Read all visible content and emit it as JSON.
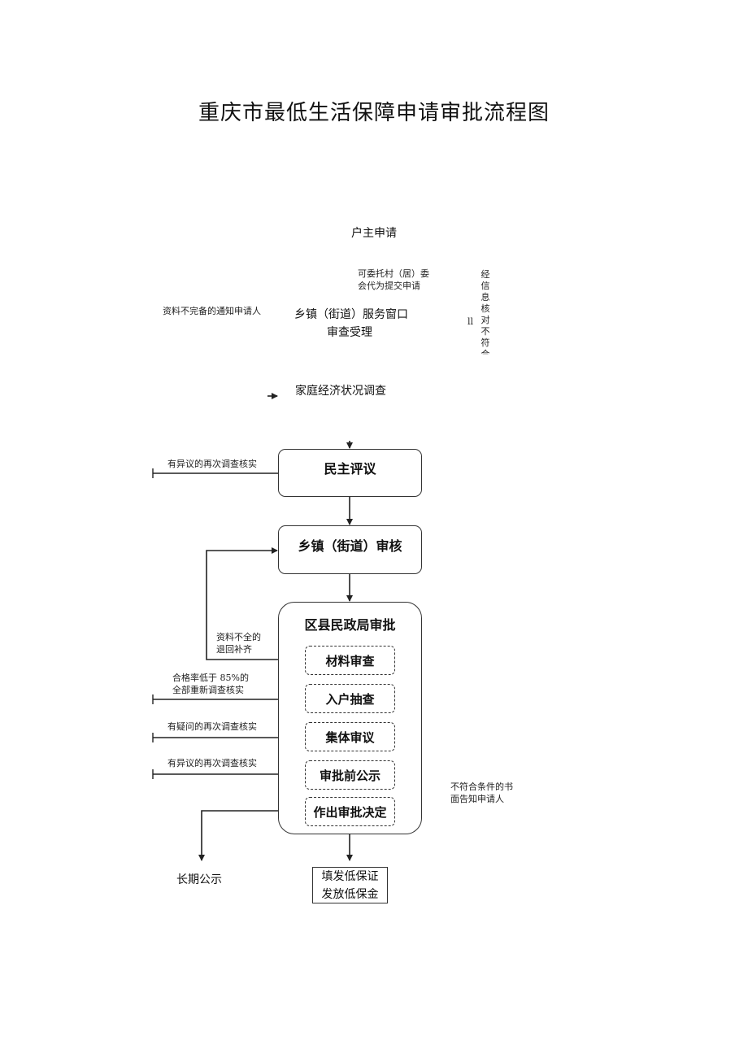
{
  "title": "重庆市最低生活保障申请审批流程图",
  "top_steps": {
    "apply": "户主申请",
    "proxy_line1": "可委托村（居）委",
    "proxy_line2": "会代为提交申请",
    "incomplete_notice": "资料不完备的通知申请人",
    "window_line1": "乡镇（街道）服务窗口",
    "window_line2": "审查受理",
    "separator": "ll",
    "info_check": [
      "经",
      "信",
      "息",
      "核",
      "对",
      "不",
      "符",
      "合"
    ],
    "survey": "家庭经济状况调查"
  },
  "boxes": {
    "democratic": "民主评议",
    "township": "乡镇（街道）审核",
    "district": "区县民政局审批",
    "material": "材料审查",
    "household": "入户抽查",
    "collective": "集体审议",
    "pre_publicity": "审批前公示",
    "decision": "作出审批决定"
  },
  "side_notes": {
    "dispute1": "有异议的再次调查核实",
    "incomplete_line1": "资料不全的",
    "incomplete_line2": "退回补齐",
    "pass_rate_line1": "合格率低于 85%的",
    "pass_rate_line2": "全部重新调查核实",
    "doubt": "有疑问的再次调查核实",
    "dispute2": "有异议的再次调查核实",
    "reject_line1": "不符合条件的书",
    "reject_line2": "面告知申请人"
  },
  "outcomes": {
    "long_publicity": "长期公示",
    "issue_line1": "填发低保证",
    "issue_line2": "发放低保金"
  }
}
